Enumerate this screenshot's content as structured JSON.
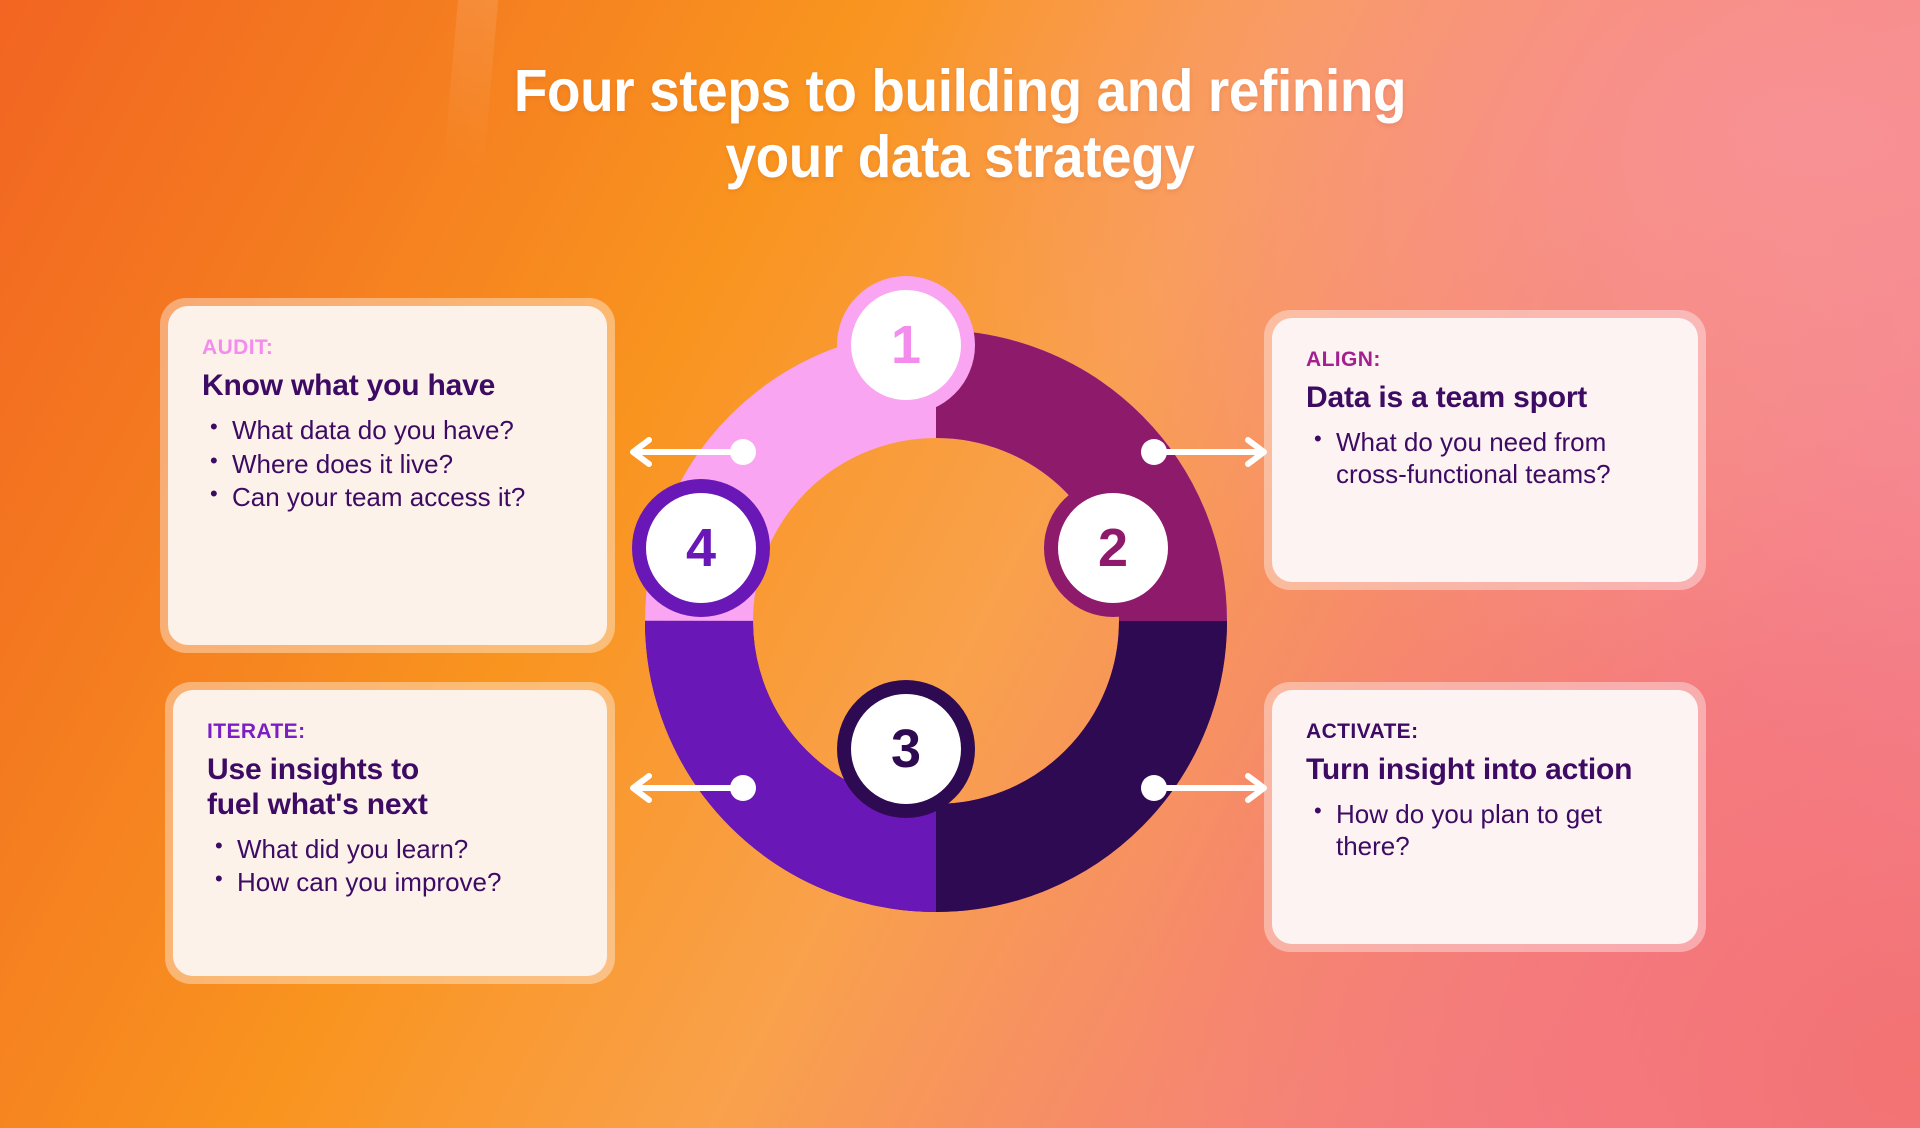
{
  "title": {
    "line1": "Four steps to building and refining",
    "line2": "your data strategy"
  },
  "colors": {
    "step1": "#F9A5F2",
    "step2": "#8E1A6B",
    "step3": "#2E0A52",
    "step4": "#6A17B8",
    "card_bg": "#FDF2EA",
    "headline_text": "#3D0B63",
    "background_start": "#F26522",
    "background_end": "#F487A0"
  },
  "cards": [
    {
      "kicker": "AUDIT:",
      "kicker_color": "#F48CEE",
      "headline": "Know what you have",
      "bullets": [
        "What data do you have?",
        "Where does it live?",
        "Can your team access it?"
      ]
    },
    {
      "kicker": "ALIGN:",
      "kicker_color": "#A3218E",
      "headline": "Data is a team sport",
      "bullets": [
        "What do you need from cross-functional teams?"
      ]
    },
    {
      "kicker": "ITERATE:",
      "kicker_color": "#7B1FC4",
      "headline_line1": "Use insights to",
      "headline_line2": "fuel what's next",
      "bullets": [
        "What did you learn?",
        "How can you improve?"
      ]
    },
    {
      "kicker": "ACTIVATE:",
      "kicker_color": "#3D0B63",
      "headline": "Turn insight into action",
      "bullets": [
        "How do you plan to get there?"
      ]
    }
  ],
  "chart_data": {
    "type": "pie",
    "title": "Four steps to building and refining your data strategy",
    "subtype": "donut-cycle",
    "categories": [
      "1",
      "2",
      "3",
      "4"
    ],
    "values": [
      25,
      25,
      25,
      25
    ],
    "labels": [
      "AUDIT",
      "ALIGN",
      "ACTIVATE",
      "ITERATE"
    ],
    "colors": [
      "#F9A5F2",
      "#8E1A6B",
      "#2E0A52",
      "#6A17B8"
    ],
    "legend": "none",
    "grid": false,
    "badges": [
      "1",
      "2",
      "3",
      "4"
    ]
  }
}
